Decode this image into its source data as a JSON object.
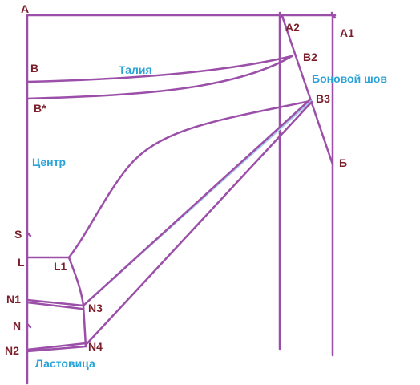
{
  "colors": {
    "line": "#9b4fa8",
    "point_label": "#7a1f2b",
    "region_label": "#2aa3d8",
    "highlight": "#a9cdea"
  },
  "points": {
    "A": "A",
    "A1": "A1",
    "A2": "A2",
    "B": "B",
    "B_star": "B*",
    "B2": "B2",
    "B3": "B3",
    "Be": "Б",
    "S": "S",
    "L": "L",
    "L1": "L1",
    "N": "N",
    "N1": "N1",
    "N2": "N2",
    "N3": "N3",
    "N4": "N4"
  },
  "labels": {
    "waist": "Талия",
    "side_seam": "Боновой шов",
    "center": "Центр",
    "gusset": "Ластовица"
  }
}
